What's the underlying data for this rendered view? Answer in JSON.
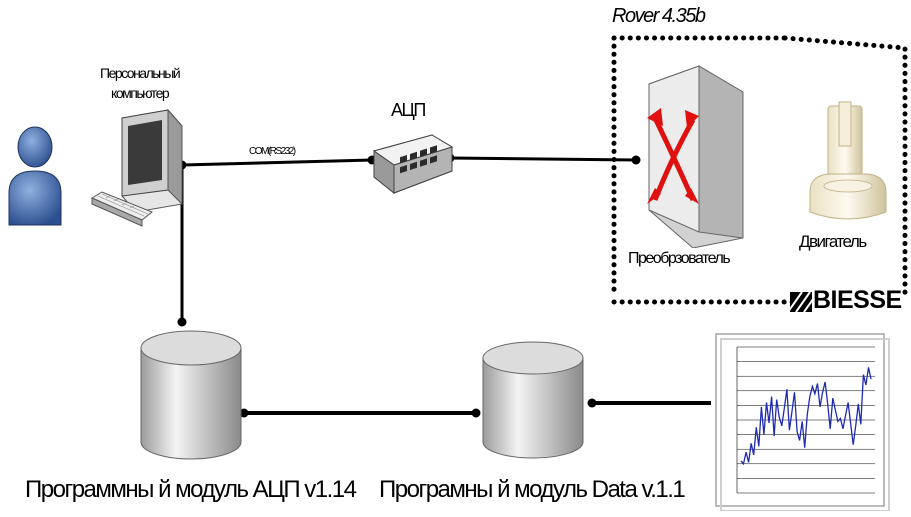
{
  "labels": {
    "pc": "Персональный\nкомпьютер",
    "com": "COM(RS232)",
    "adc": "АЦП",
    "rover": "Rover 4.35b",
    "converter": "Преобрзователь",
    "motor": "Двигатель",
    "biesse": "BIESSE",
    "module_adc": "Программны й модуль АЦП v1.14",
    "module_data": "Програмны й модуль Data v.1.1"
  },
  "chart_data": {
    "type": "line",
    "title": "",
    "xlabel": "",
    "ylabel": "",
    "legend": "none",
    "grid": true,
    "series": [
      {
        "values": [
          2.2,
          2.0,
          2.8,
          2.1,
          3.4,
          2.6,
          4.5,
          3.2,
          5.9,
          4.0,
          6.2,
          4.8,
          6.6,
          3.9,
          6.4,
          5.2,
          4.6,
          5.8,
          7.1,
          4.3,
          5.6,
          6.9,
          4.2,
          3.6,
          4.9,
          3.1,
          5.4,
          6.6,
          7.3,
          6.8,
          7.5,
          5.9,
          6.9,
          7.6,
          6.1,
          4.4,
          6.5,
          5.7,
          4.9,
          5.1,
          4.4,
          5.3,
          6.2,
          4.8,
          3.3,
          4.6,
          6.1,
          4.7,
          8.1,
          7.4,
          8.6,
          7.8
        ]
      }
    ]
  }
}
